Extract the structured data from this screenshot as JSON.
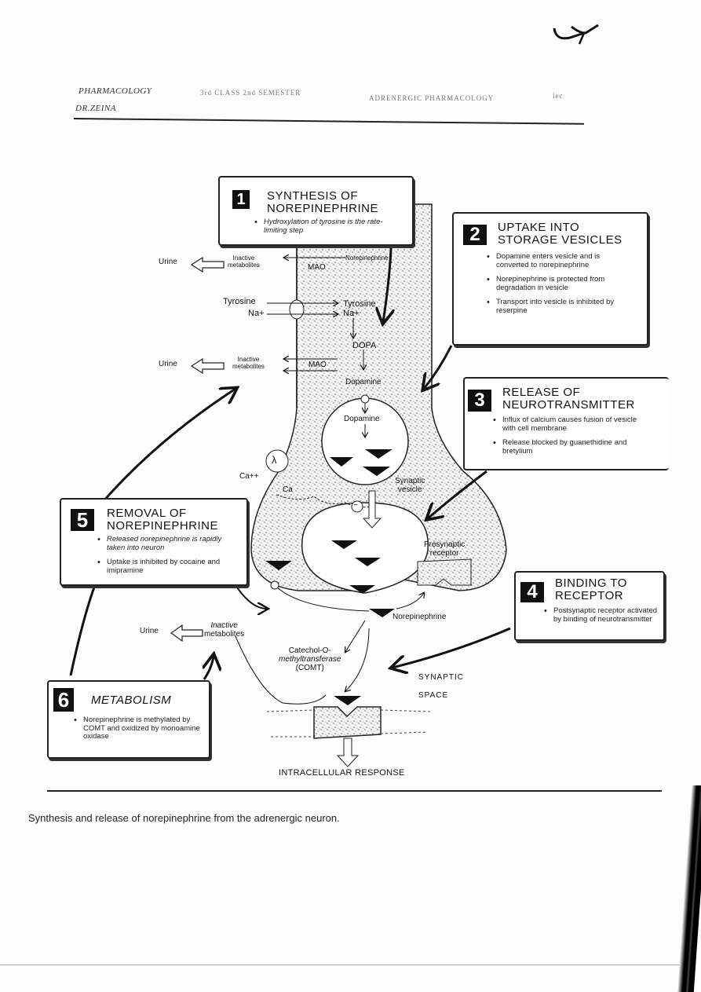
{
  "document": {
    "header": {
      "subject": "PHARMACOLOGY",
      "author": "DR.ZEINA",
      "class_info": "3rd CLASS 2nd SEMESTER",
      "topic": "ADRENERGIC PHARMACOLOGY",
      "page_mark": "lec"
    },
    "handwritten_mark": "✓"
  },
  "diagram": {
    "steps": [
      {
        "number": "1",
        "title_line1": "SYNTHESIS OF",
        "title_line2": "NOREPINEPHRINE",
        "bullets": [
          "Hydroxylation of tyrosine is the rate-limiting step"
        ]
      },
      {
        "number": "2",
        "title_line1": "UPTAKE INTO",
        "title_line2": "STORAGE VESICLES",
        "bullets": [
          "Dopamine enters vesicle and is converted to norepinephrine",
          "Norepinephrine is protected from degradation in vesicle",
          "Transport into vesicle is inhibited by reserpine"
        ]
      },
      {
        "number": "3",
        "title_line1": "RELEASE OF",
        "title_line2": "NEUROTRANSMITTER",
        "bullets": [
          "Influx of calcium causes fusion of vesicle with cell membrane",
          "Release blocked by guanethidine and bretylium"
        ]
      },
      {
        "number": "4",
        "title_line1": "BINDING TO",
        "title_line2": "RECEPTOR",
        "bullets": [
          "Postsynaptic receptor activated by binding of neurotransmitter"
        ]
      },
      {
        "number": "5",
        "title_line1": "REMOVAL OF",
        "title_line2": "NOREPINEPHRINE",
        "bullets": [
          "Released norepinephrine is rapidly taken into neuron",
          "Uptake is inhibited by cocaine and imipramine"
        ]
      },
      {
        "number": "6",
        "title_line1": "METABOLISM",
        "title_line2": "",
        "bullets": [
          "Norepinephrine is methylated by COMT and oxidized by monoamine oxidase"
        ]
      }
    ],
    "labels": {
      "urine": "Urine",
      "inactive_metabolites_1": "Inactive",
      "inactive_metabolites_2": "metabolites",
      "norepinephrine": "Norepinephrine",
      "mao": "MAO",
      "tyrosine": "Tyrosine",
      "na_plus": "Na+",
      "dopa": "DOPA",
      "dopamine": "Dopamine",
      "ca_plus": "Ca++",
      "ca": "Ca",
      "synaptic_vesicle_1": "Synaptic",
      "synaptic_vesicle_2": "vesicle",
      "presynaptic_receptor_1": "Presynaptic",
      "presynaptic_receptor_2": "receptor",
      "comt_1": "Catechol-O-",
      "comt_2": "methyltransferase",
      "comt_3": "(COMT)",
      "synaptic_space_1": "SYNAPTIC",
      "synaptic_space_2": "SPACE",
      "intracellular_response": "INTRACELLULAR RESPONSE",
      "action_potential": "λ",
      "minus": "−"
    },
    "caption": "Synthesis and release of norepinephrine from the adrenergic neuron."
  }
}
